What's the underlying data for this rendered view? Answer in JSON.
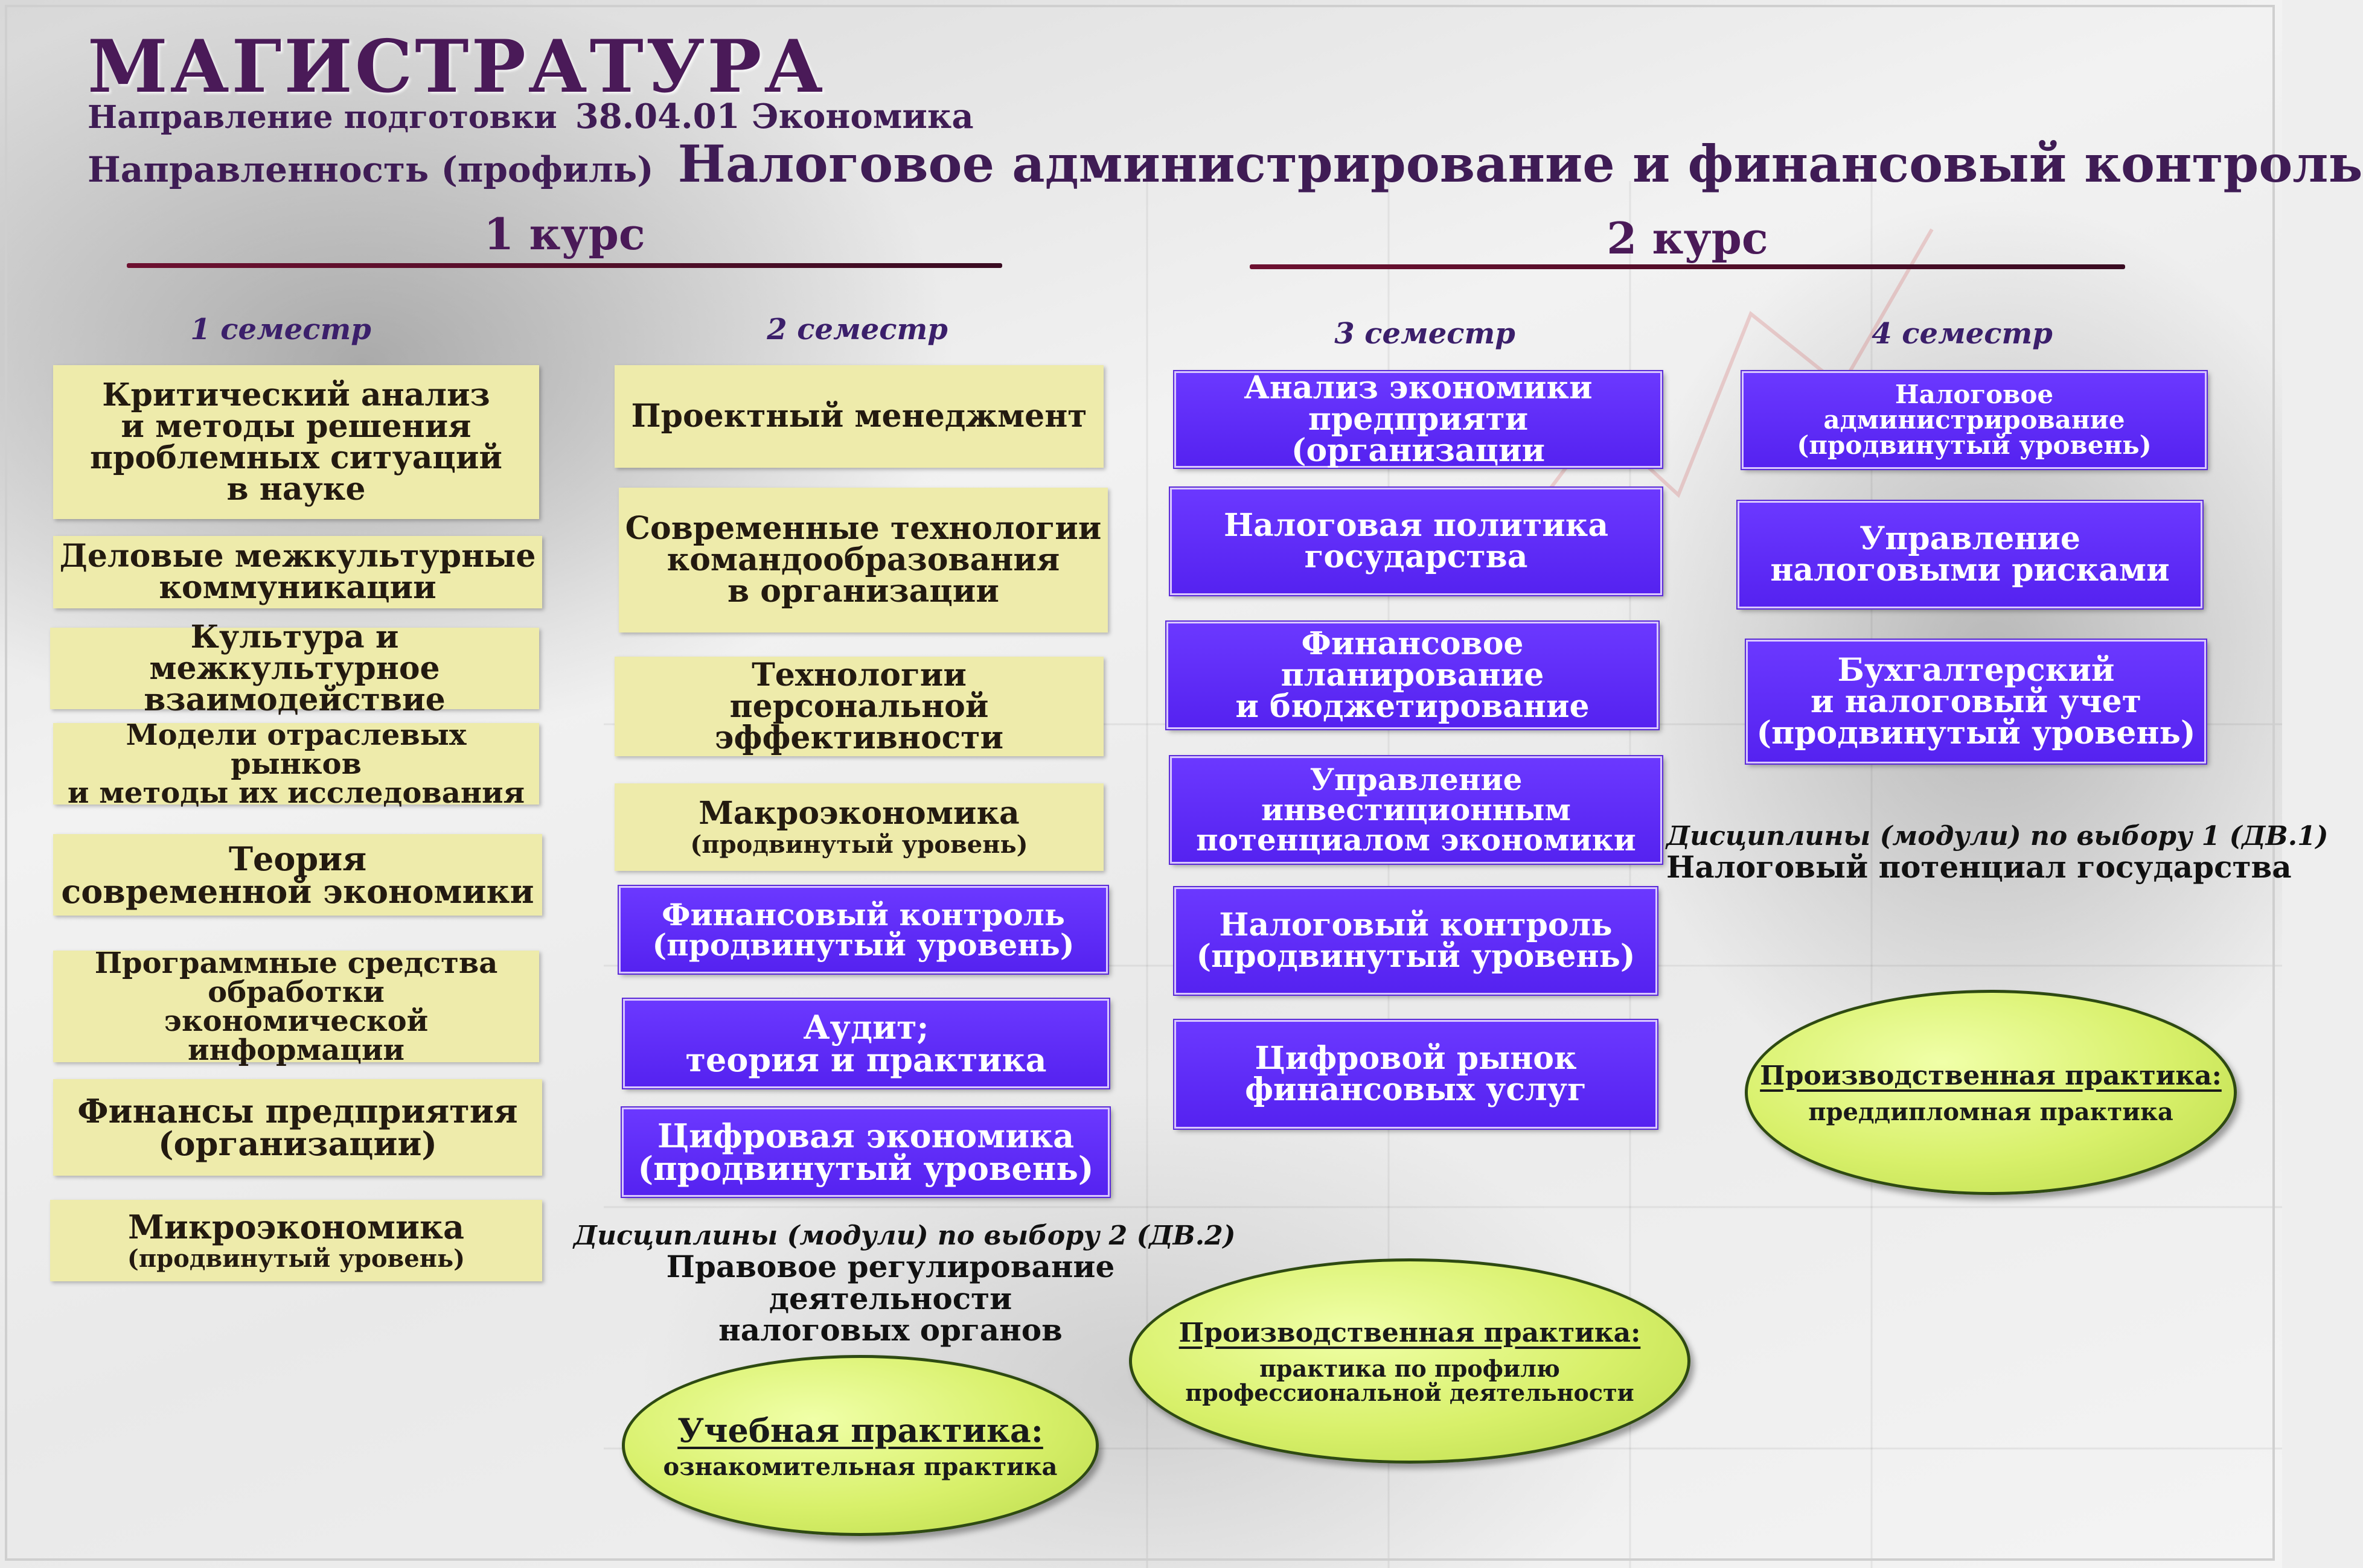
{
  "header": {
    "title": "МАГИСТРАТУРА",
    "direction_label": "Направление подготовки",
    "direction_value": "38.04.01 Экономика",
    "profile_label": "Направленность (профиль)",
    "profile_value": "Налоговое администрирование и финансовый контроль"
  },
  "courses": {
    "first": "1 курс",
    "second": "2 курс"
  },
  "semesters": {
    "s1": "1 семестр",
    "s2": "2 семестр",
    "s3": "3 семестр",
    "s4": "4 семестр"
  },
  "sem1": [
    {
      "t": "Критический анализ\nи методы решения\nпроблемных ситуаций\nв науке"
    },
    {
      "t": "Деловые межкультурные\nкоммуникации"
    },
    {
      "t": "Культура и межкультурное\nвзаимодействие"
    },
    {
      "t": "Модели отраслевых рынков\nи методы их исследования"
    },
    {
      "t": "Теория\nсовременной экономики"
    },
    {
      "t": "Программные средства\nобработки\nэкономической информации"
    },
    {
      "t": "Финансы предприятия\n(организации)"
    },
    {
      "t": "Микроэкономика",
      "s": "(продвинутый уровень)"
    }
  ],
  "sem2": [
    {
      "t": "Проектный менеджмент"
    },
    {
      "t": "Современные технологии\nкомандообразования\nв организации"
    },
    {
      "t": "Технологии персональной\nэффективности"
    },
    {
      "t": "Макроэкономика",
      "s": "(продвинутый уровень)"
    },
    {
      "t": "Финансовый контроль\n(продвинутый уровень)"
    },
    {
      "t": "Аудит;\nтеория и практика"
    },
    {
      "t": "Цифровая экономика\n(продвинутый уровень)"
    }
  ],
  "sem3": [
    {
      "t": "Анализ экономики\nпредприяти (организации"
    },
    {
      "t": "Налоговая политика\nгосударства"
    },
    {
      "t": "Финансовое планирование\nи бюджетирование"
    },
    {
      "t": "Управление\nинвестиционным\nпотенциалом экономики"
    },
    {
      "t": "Налоговый контроль\n(продвинутый уровень)"
    },
    {
      "t": "Цифровой рынок\nфинансовых услуг"
    }
  ],
  "sem4": [
    {
      "t": "Налоговое администрирование\n(продвинутый уровень)"
    },
    {
      "t": "Управление\nналоговыми рисками"
    },
    {
      "t": "Бухгалтерский\nи налоговый учет\n(продвинутый уровень)"
    }
  ],
  "electives": {
    "dv2_heading": "Дисциплины (модули) по выбору 2 (ДВ.2)",
    "dv2_name": "Правовое регулирование деятельности\nналоговых органов",
    "dv1_heading": "Дисциплины (модули) по выбору 1 (ДВ.1)",
    "dv1_name": "Налоговый потенциал государства"
  },
  "practices": {
    "study_heading": "Учебная практика:",
    "study_name": "ознакомительная практика",
    "prod1_heading": "Производственная практика:",
    "prod1_name": "практика по профилю\nпрофессиональной деятельности",
    "prod2_heading": "Производственная практика:",
    "prod2_name": "преддипломная практика"
  },
  "colors": {
    "title": "#4a1a58",
    "yellow_box": "#eeebab",
    "purple_box": "#5a28f5",
    "practice_ellipse": "#d8f06a"
  }
}
